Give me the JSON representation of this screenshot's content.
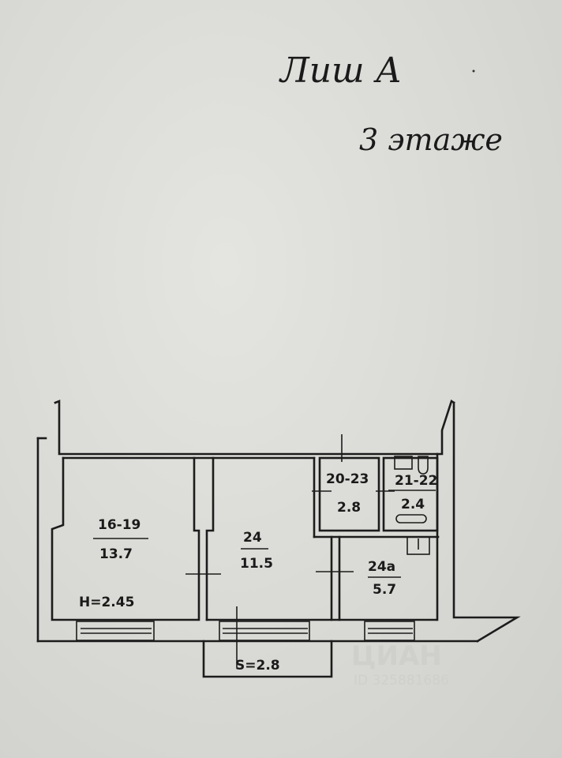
{
  "header": {
    "sheet": "Лиш А",
    "floor": "3 этаже"
  },
  "rooms": [
    {
      "number": "16-19",
      "area": "13.7"
    },
    {
      "number": "24",
      "area": "11.5"
    },
    {
      "number": "20-23",
      "area": "2.8"
    },
    {
      "number": "21-22",
      "area": "2.4"
    },
    {
      "number": "24a",
      "area": "5.7"
    }
  ],
  "annotations": {
    "height": "H=2.45",
    "balcony_area": "S=2.8"
  },
  "watermark": {
    "brand": "ЦИАН",
    "id": "ID 325881686"
  }
}
